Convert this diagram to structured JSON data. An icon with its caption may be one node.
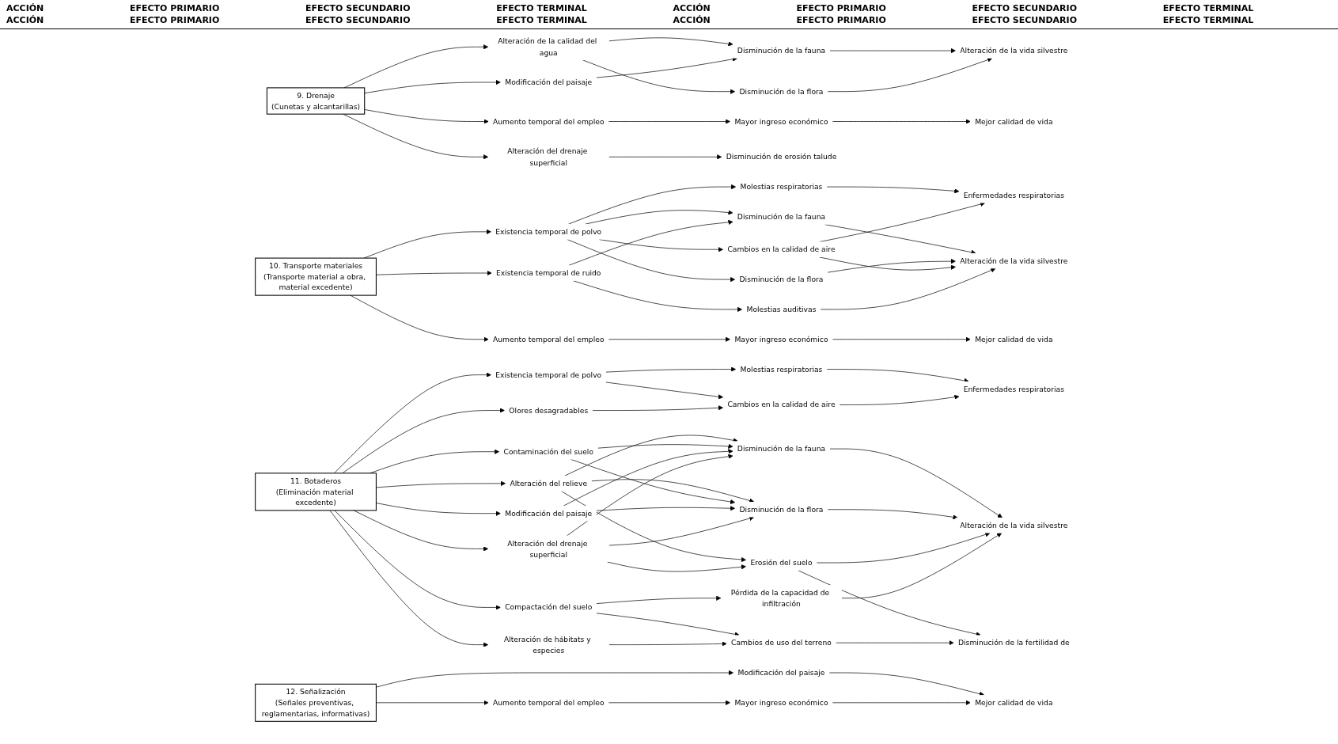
{
  "diagram": {
    "nodes": [
      {
        "text": [
          "9. Drenaje",
          "(Cunetas y alcantarillas)"
        ]
      },
      {
        "text": [
          "Alteración de la calidad del agua"
        ]
      },
      {
        "text": [
          "Modificación del paisaje"
        ]
      },
      {
        "text": [
          "Aumento temporal del empleo"
        ]
      },
      {
        "text": [
          "Alteración del drenaje superficial"
        ]
      },
      {
        "text": [
          "Disminución de la fauna"
        ]
      },
      {
        "text": [
          "Disminución de la flora"
        ]
      },
      {
        "text": [
          "Mayor ingreso económico"
        ]
      },
      {
        "text": [
          "Alteración de la vida silvestre"
        ]
      },
      {
        "text": [
          "Mejor calidad de vida"
        ]
      },
      {
        "text": [
          "Disminución de erosión talude"
        ]
      },
      {
        "text": [
          "10. Transporte materiales",
          "(Transporte material a obra, material excedente)"
        ]
      },
      {
        "text": [
          "Existencia temporal de polvo"
        ]
      },
      {
        "text": [
          "Existencia temporal de ruido"
        ]
      },
      {
        "text": [
          "Aumento temporal del empleo"
        ]
      },
      {
        "text": [
          "Molestias respiratorias"
        ]
      },
      {
        "text": [
          "Disminución de la fauna"
        ]
      },
      {
        "text": [
          "Disminución de la flora"
        ]
      },
      {
        "text": [
          "Cambios en la calidad de aire"
        ]
      },
      {
        "text": [
          "Molestias auditivas"
        ]
      },
      {
        "text": [
          "Mayor ingreso económico"
        ]
      },
      {
        "text": [
          "Enfermedades respiratorias"
        ]
      },
      {
        "text": [
          "Alteración de la vida silvestre"
        ]
      },
      {
        "text": [
          "Mejor calidad de vida"
        ]
      },
      {
        "text": [
          "11. Botaderos",
          "(Eliminación material excedente)"
        ]
      },
      {
        "text": [
          "Existencia temporal de polvo"
        ]
      },
      {
        "text": [
          "Olores desagradables"
        ]
      },
      {
        "text": [
          "Alteración del relieve"
        ]
      },
      {
        "text": [
          "Contaminación del suelo"
        ]
      },
      {
        "text": [
          "Modificación del paisaje"
        ]
      },
      {
        "text": [
          "Alteración del drenaje superficial"
        ]
      },
      {
        "text": [
          "Compactación del suelo"
        ]
      },
      {
        "text": [
          "Alteración de hábitats y especies"
        ]
      },
      {
        "text": [
          "Molestias respiratorias"
        ]
      },
      {
        "text": [
          "Cambios en la calidad de aire"
        ]
      },
      {
        "text": [
          "Disminución de la fauna"
        ]
      },
      {
        "text": [
          "Disminución de la flora"
        ]
      },
      {
        "text": [
          "Erosión del suelo"
        ]
      },
      {
        "text": [
          "Pérdida de la capacidad de infiltración"
        ]
      },
      {
        "text": [
          "Cambios de uso del terreno"
        ]
      },
      {
        "text": [
          "Enfermedades respiratorias"
        ]
      },
      {
        "text": [
          "Alteración de la vida silvestre"
        ]
      },
      {
        "text": [
          "Disminución de la fertilidad de"
        ]
      },
      {
        "text": [
          "12. Señalización",
          "(Señales preventivas, reglamentarias, informativas)"
        ]
      },
      {
        "text": [
          "Modificación del paisaje"
        ]
      },
      {
        "text": [
          "Aumento temporal del empleo"
        ]
      },
      {
        "text": [
          "Mayor ingreso económico"
        ]
      },
      {
        "text": [
          "Mejor calidad de vida"
        ]
      }
    ],
    "edges": [
      {
        "from": 0,
        "to": 1,
        "arrow": "to"
      },
      {
        "from": 0,
        "to": 2,
        "arrow": "to"
      },
      {
        "from": 0,
        "to": 3,
        "arrow": "to"
      },
      {
        "from": 0,
        "to": 4,
        "arrow": "to"
      },
      {
        "from": 1,
        "to": 5,
        "arrow": "to"
      },
      {
        "from": 1,
        "to": 6,
        "arrow": "to"
      },
      {
        "from": 2,
        "to": 5,
        "arrow": "to"
      },
      {
        "from": 3,
        "to": 7,
        "arrow": "to"
      },
      {
        "from": 4,
        "to": 10,
        "arrow": "to"
      },
      {
        "from": 5,
        "to": 8,
        "arrow": "to"
      },
      {
        "from": 6,
        "to": 8,
        "arrow": "to"
      },
      {
        "from": 7,
        "to": 9,
        "arrow": "to"
      },
      {
        "from": 11,
        "to": 12,
        "arrow": "to"
      },
      {
        "from": 11,
        "to": 13,
        "arrow": "to"
      },
      {
        "from": 11,
        "to": 14,
        "arrow": "to"
      },
      {
        "from": 12,
        "to": 15,
        "arrow": "to"
      },
      {
        "from": 12,
        "to": 16,
        "arrow": "to"
      },
      {
        "from": 12,
        "to": 17,
        "arrow": "to"
      },
      {
        "from": 12,
        "to": 18,
        "arrow": "to"
      },
      {
        "from": 13,
        "to": 16,
        "arrow": "to"
      },
      {
        "from": 13,
        "to": 19,
        "arrow": "to"
      },
      {
        "from": 14,
        "to": 20,
        "arrow": "to"
      },
      {
        "from": 15,
        "to": 21,
        "arrow": "to"
      },
      {
        "from": 16,
        "to": 22,
        "arrow": "to"
      },
      {
        "from": 17,
        "to": 22,
        "arrow": "to"
      },
      {
        "from": 18,
        "to": 22,
        "arrow": "to"
      },
      {
        "from": 18,
        "to": 21,
        "arrow": "to"
      },
      {
        "from": 19,
        "to": 22,
        "arrow": "to"
      },
      {
        "from": 20,
        "to": 23,
        "arrow": "to"
      },
      {
        "from": 24,
        "to": 25,
        "arrow": "to"
      },
      {
        "from": 24,
        "to": 26,
        "arrow": "to"
      },
      {
        "from": 24,
        "to": 27,
        "arrow": "to"
      },
      {
        "from": 24,
        "to": 28,
        "arrow": "to"
      },
      {
        "from": 24,
        "to": 29,
        "arrow": "to"
      },
      {
        "from": 24,
        "to": 30,
        "arrow": "to"
      },
      {
        "from": 24,
        "to": 31,
        "arrow": "to"
      },
      {
        "from": 24,
        "to": 32,
        "arrow": "to"
      },
      {
        "from": 25,
        "to": 33,
        "arrow": "to"
      },
      {
        "from": 25,
        "to": 34,
        "arrow": "to"
      },
      {
        "from": 26,
        "to": 34,
        "arrow": "to"
      },
      {
        "from": 27,
        "to": 35,
        "arrow": "to"
      },
      {
        "from": 27,
        "to": 36,
        "arrow": "to"
      },
      {
        "from": 27,
        "to": 37,
        "arrow": "to"
      },
      {
        "from": 28,
        "to": 35,
        "arrow": "to"
      },
      {
        "from": 28,
        "to": 36,
        "arrow": "to"
      },
      {
        "from": 29,
        "to": 35,
        "arrow": "to"
      },
      {
        "from": 29,
        "to": 36,
        "arrow": "to"
      },
      {
        "from": 30,
        "to": 35,
        "arrow": "to"
      },
      {
        "from": 30,
        "to": 36,
        "arrow": "to"
      },
      {
        "from": 30,
        "to": 37,
        "arrow": "to"
      },
      {
        "from": 31,
        "to": 38,
        "arrow": "to"
      },
      {
        "from": 31,
        "to": 39,
        "arrow": "to"
      },
      {
        "from": 32,
        "to": 39,
        "arrow": "to"
      },
      {
        "from": 33,
        "to": 40,
        "arrow": "to"
      },
      {
        "from": 34,
        "to": 40,
        "arrow": "to"
      },
      {
        "from": 35,
        "to": 41,
        "arrow": "to"
      },
      {
        "from": 36,
        "to": 41,
        "arrow": "to"
      },
      {
        "from": 37,
        "to": 41,
        "arrow": "to"
      },
      {
        "from": 37,
        "to": 42,
        "arrow": "to"
      },
      {
        "from": 38,
        "to": 41,
        "arrow": "to"
      },
      {
        "from": 39,
        "to": 42,
        "arrow": "to"
      },
      {
        "from": 43,
        "to": 44,
        "arrow": "to"
      },
      {
        "from": 43,
        "to": 45,
        "arrow": "to"
      },
      {
        "from": 44,
        "to": 47,
        "arrow": "to"
      },
      {
        "from": 45,
        "to": 46,
        "arrow": "to"
      },
      {
        "from": 46,
        "to": 47,
        "arrow": "to"
      }
    ],
    "labels": [
      "ACCIÓN",
      "EFECTO PRIMARIO",
      "EFECTO SECUNDARIO",
      "EFECTO TERMINAL",
      "ACCIÓN",
      "EFECTO PRIMARIO",
      "EFECTO SECUNDARIO",
      "EFECTO TERMINAL",
      "ACCIÓN",
      "EFECTO PRIMARIO",
      "EFECTO SECUNDARIO",
      "EFECTO TERMINAL",
      "ACCIÓN",
      "EFECTO PRIMARIO",
      "EFECTO SECUNDARIO",
      "EFECTO TERMINAL"
    ]
  }
}
